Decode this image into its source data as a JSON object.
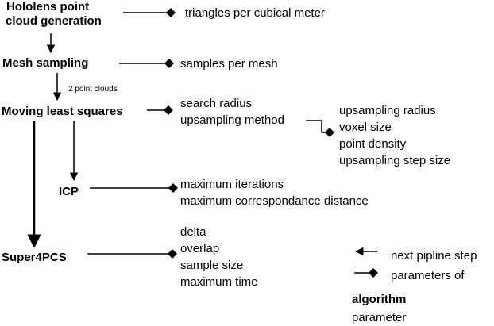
{
  "steps": {
    "hololens": [
      "Hololens point",
      "cloud generation"
    ],
    "mesh_sampling": "Mesh sampling",
    "mls": "Moving least squares",
    "icp": "ICP",
    "super4pcs": "Super4PCS"
  },
  "edge_labels": {
    "two_point_clouds": "2 point clouds"
  },
  "params": {
    "hololens": [
      "triangles per cubical meter"
    ],
    "mesh_sampling": [
      "samples per mesh"
    ],
    "mls": [
      "search radius",
      "upsampling method"
    ],
    "upsampling_method": [
      "upsampling radius",
      "voxel size",
      "point density",
      "upsampling step size"
    ],
    "icp": [
      "maximum iterations",
      "maximum correspondance distance"
    ],
    "super4pcs": [
      "delta",
      "overlap",
      "sample size",
      "maximum time"
    ]
  },
  "legend": {
    "arrow_label": "next pipline step",
    "diamond_label": "parameters of",
    "algorithm": "algorithm",
    "parameter": "parameter"
  }
}
